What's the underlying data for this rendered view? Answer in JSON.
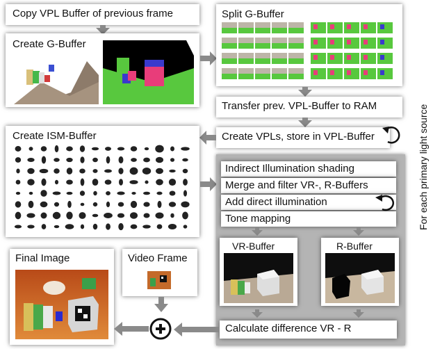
{
  "steps": {
    "copy_vpl": "Copy VPL Buffer of previous frame",
    "create_gbuffer": "Create G-Buffer",
    "split_gbuffer": "Split G-Buffer",
    "transfer": "Transfer prev. VPL-Buffer to RAM",
    "create_vpls": "Create VPLs, store in VPL-Buffer",
    "create_ism": "Create ISM-Buffer",
    "indirect": "Indirect Illumination shading",
    "merge": "Merge and filter VR-, R-Buffers",
    "direct": "Add direct illumination",
    "tone": "Tone mapping",
    "vr_buffer": "VR-Buffer",
    "r_buffer": "R-Buffer",
    "final_image": "Final Image",
    "video_frame": "Video Frame",
    "difference": "Calculate difference VR - R"
  },
  "side_note": "For each primary light source",
  "colors": {
    "arrow": "#8a8a8a",
    "panel": "#b4b4b4",
    "scene_green": "#58c83e",
    "scene_red": "#e83d7a",
    "scene_blue": "#3a3acd"
  }
}
